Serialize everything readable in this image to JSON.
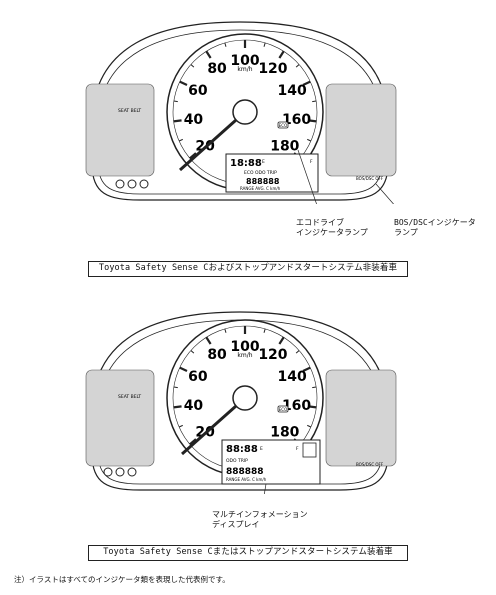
{
  "speed_labels": [
    "20",
    "40",
    "60",
    "80",
    "100",
    "120",
    "140",
    "160",
    "180"
  ],
  "speed_unit": "km/h",
  "cluster1": {
    "lcd_clock": "18:88",
    "lcd_odo_label": "ECO ODO TRIP",
    "lcd_odo": "888888",
    "lcd_range_label": "RANGE AVG. C km/h",
    "lcd_gauge_e": "E",
    "lcd_gauge_f": "F",
    "seat_belt_label": "SEAT BELT",
    "eco_label": "ECO",
    "bos_label": "BOS/DSC OFF",
    "callout_eco": [
      "エコドライブ",
      "インジケータランプ"
    ],
    "callout_bos": [
      "BOS/DSCインジケータ",
      "ランプ"
    ],
    "caption": "Toyota Safety Sense Cおよびストップアンドスタートシステム非装着車"
  },
  "cluster2": {
    "lcd_clock": "88:88",
    "lcd_odo_label": "ODO TRIP",
    "lcd_odo": "888888",
    "lcd_range_label": "RANGE AVG. C km/h",
    "lcd_gauge_e": "E",
    "lcd_gauge_f": "F",
    "seat_belt_label": "SEAT BELT",
    "eco_label": "ECO",
    "bos_label": "BOS/DSC OFF",
    "callout_mid": [
      "マルチインフォメーション",
      "ディスプレイ"
    ],
    "caption": "Toyota Safety Sense Cまたはストップアンドスタートシステム装着車"
  },
  "note": "注）イラストはすべてのインジケータ類を表現した代表例です。",
  "colors": {
    "line": "#222222",
    "panel": "#cfcfcf",
    "lcd": "#ffffff"
  }
}
